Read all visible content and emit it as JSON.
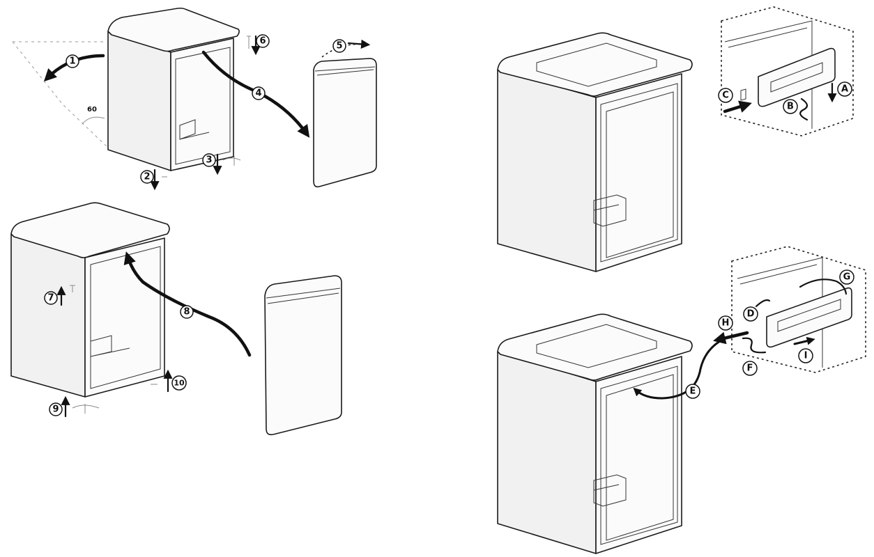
{
  "steps": {
    "s1": "1",
    "s2": "2",
    "s3": "3",
    "s4": "4",
    "s5": "5",
    "s6": "6",
    "s7": "7",
    "s8": "8",
    "s9": "9",
    "s10": "10"
  },
  "angle_label": "60",
  "detail_labels": {
    "A": "A",
    "B": "B",
    "C": "C",
    "D": "D",
    "E": "E",
    "F": "F",
    "G": "G",
    "H": "H",
    "I": "I"
  }
}
